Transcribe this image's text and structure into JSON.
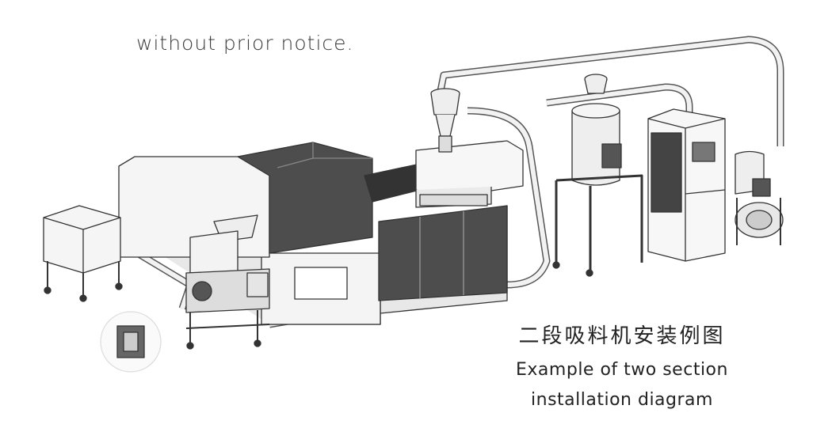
{
  "notice": "without prior notice.",
  "caption": {
    "cn": "二段吸料机安装例图",
    "en_line1": "Example of two section",
    "en_line2": "installation diagram"
  },
  "colors": {
    "dark_panel": "#4d4d4d",
    "light_panel": "#f2f2f2",
    "outline": "#333333",
    "pipe": "#eeeeee"
  }
}
